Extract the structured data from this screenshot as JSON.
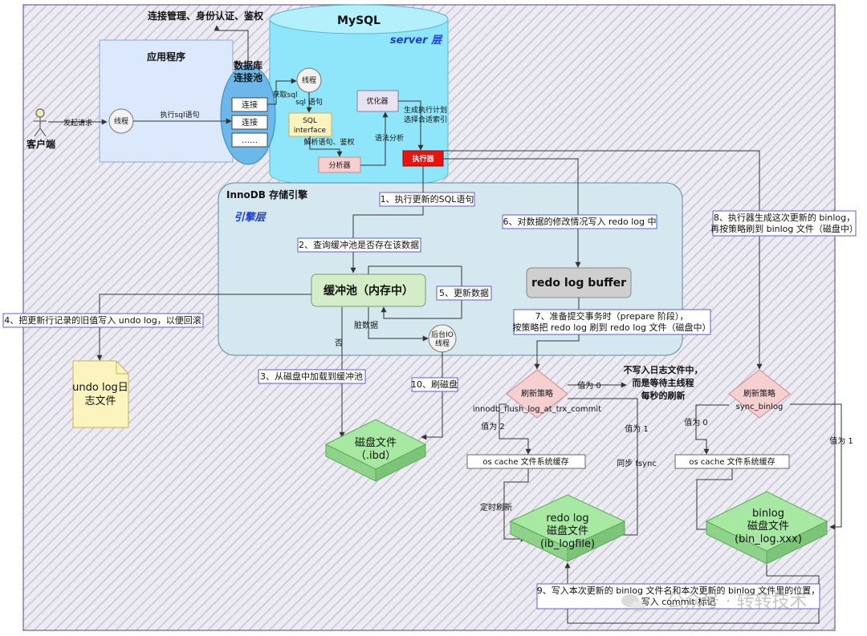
{
  "colors": {
    "outer_border": "#7b5a93",
    "app_fill": "#dce8fb",
    "pool_fill": "#6cb8ea",
    "mysql_fill": "#8fe6fa",
    "innodb_fill": "#d6e8ef",
    "pink_fill": "#f6cfd0",
    "yellow_fill": "#fdf3bf",
    "gray_fill": "#cfcfcf",
    "green_fill": "#a7e8a2",
    "executor_fill": "#e6130f",
    "step_border": "#5b5fd6",
    "note_fill": "#fff3a8"
  },
  "labels": {
    "top_note": "连接管理、身份认证、鉴权",
    "mysql": "MySQL",
    "server_layer": "server 层",
    "app": "应用程序",
    "pool": [
      "数据库",
      "连接池"
    ],
    "conn": [
      "连接",
      "连接",
      "……"
    ],
    "thread": "线程",
    "thread2": "线程",
    "client": "客户端",
    "send_request": "发起请求",
    "exec_sql": "执行sql语句",
    "get_sql": "获取sql",
    "sql_stmt": "sql 语句",
    "sql_interface": [
      "SQL",
      "interface"
    ],
    "parse": "解析语句、鉴权",
    "analyzer": "分析器",
    "syntax": "语法分析",
    "optimizer": "优化器",
    "plan": [
      "生成执行计划",
      "选择合适索引"
    ],
    "executor": "执行器",
    "innodb": "InnoDB 存储引擎",
    "engine_layer": "引擎层",
    "buffer_pool": "缓冲池（内存中）",
    "redo_buffer": "redo log buffer",
    "dirty": "脏数据",
    "no": "否",
    "bg_io": [
      "后台IO",
      "线程"
    ],
    "undo_file": [
      "undo log日",
      "志文件"
    ],
    "ibd": [
      "磁盘文件",
      "（.ibd）"
    ],
    "flush_strategy": "刷新策略",
    "flush_param": "innodb_flush_log_at_trx_commit",
    "v0": "值为 0",
    "v2": "值为 2",
    "v1": "值为 1",
    "not_write": [
      "不写入日志文件中，",
      "而是等待主线程",
      "每秒的刷新"
    ],
    "os_cache": "os cache 文件系统缓存",
    "sync_fsync": "同步 fsync",
    "timed_flush": "定时刷新",
    "redo_file": [
      "redo log",
      "磁盘文件",
      "(ib_logfile)"
    ],
    "binlog_strategy": "刷新策略",
    "sync_binlog": "sync_binlog",
    "bv0": "值为 0",
    "bv1": "值为 1",
    "os_cache2": "os cache 文件系统缓存",
    "binlog_file": [
      "binlog",
      "磁盘文件",
      "(bin_log.xxx)"
    ],
    "watermark": "公众号 · 转转技术"
  },
  "steps": {
    "s1": "1、执行更新的SQL语句",
    "s2": "2、查询缓冲池是否存在该数据",
    "s3": "3、从磁盘中加载到缓冲池",
    "s4": "4、把更新行记录的旧值写入 undo log，以便回滚",
    "s5": "5、更新数据",
    "s6": "6、对数据的修改情况写入 redo log 中",
    "s7": [
      "7、准备提交事务时（prepare 阶段），",
      "按策略把 redo log 刷到 redo log 文件（磁盘中）"
    ],
    "s8": [
      "8、执行器生成这次更新的 binlog，",
      "再按策略刷到 binlog 文件（磁盘中）"
    ],
    "s9": [
      "9、写入本次更新的 binlog 文件名和本次更新的 binlog 文件里的位置，",
      "写入 commit 标记"
    ],
    "s10": "10、刷磁盘"
  }
}
